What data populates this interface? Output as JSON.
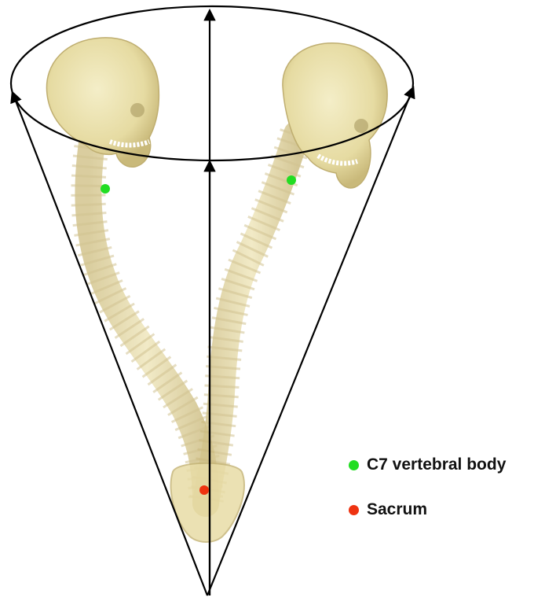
{
  "figure": {
    "elements": [
      "skull-left",
      "skull-right",
      "spine-left",
      "spine-right",
      "sacrum",
      "cone",
      "circle",
      "axis-arrows"
    ]
  },
  "legend": {
    "items": [
      {
        "label": "C7 vertebral body",
        "color": "#22dd22",
        "icon": "green-dot-icon"
      },
      {
        "label": "Sacrum",
        "color": "#ee3311",
        "icon": "red-dot-icon"
      }
    ]
  },
  "colors": {
    "bone": "#e9dfa8",
    "bone_shadow": "#cbbd7e",
    "outline": "#000000",
    "c7_marker": "#22dd22",
    "sacrum_marker": "#ee3311"
  }
}
